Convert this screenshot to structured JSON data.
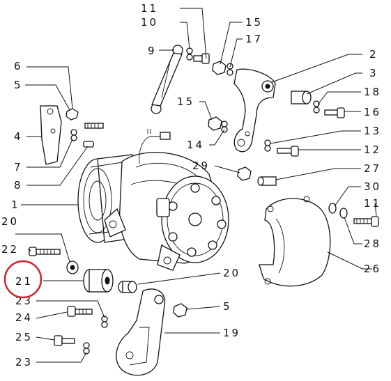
{
  "callouts": [
    {
      "id": "c11a",
      "text": "11"
    },
    {
      "id": "c10",
      "text": "10"
    },
    {
      "id": "c15a",
      "text": "15"
    },
    {
      "id": "c17",
      "text": "17"
    },
    {
      "id": "c9",
      "text": "9"
    },
    {
      "id": "c2",
      "text": "2"
    },
    {
      "id": "c6",
      "text": "6"
    },
    {
      "id": "c3",
      "text": "3"
    },
    {
      "id": "c5a",
      "text": "5"
    },
    {
      "id": "c18",
      "text": "18"
    },
    {
      "id": "c15b",
      "text": "15"
    },
    {
      "id": "c16",
      "text": "16"
    },
    {
      "id": "c4",
      "text": "4"
    },
    {
      "id": "c13",
      "text": "13"
    },
    {
      "id": "c14",
      "text": "14"
    },
    {
      "id": "c12",
      "text": "12"
    },
    {
      "id": "c7",
      "text": "7"
    },
    {
      "id": "c29",
      "text": "29"
    },
    {
      "id": "c27",
      "text": "27"
    },
    {
      "id": "c8",
      "text": "8"
    },
    {
      "id": "c30",
      "text": "30"
    },
    {
      "id": "c1",
      "text": "1"
    },
    {
      "id": "c11b",
      "text": "11"
    },
    {
      "id": "c20a",
      "text": "20"
    },
    {
      "id": "c28",
      "text": "28"
    },
    {
      "id": "c22",
      "text": "22"
    },
    {
      "id": "c26",
      "text": "26"
    },
    {
      "id": "c21",
      "text": "21"
    },
    {
      "id": "c20b",
      "text": "20"
    },
    {
      "id": "c23a",
      "text": "23"
    },
    {
      "id": "c5b",
      "text": "5"
    },
    {
      "id": "c24",
      "text": "24"
    },
    {
      "id": "c19",
      "text": "19"
    },
    {
      "id": "c25",
      "text": "25"
    },
    {
      "id": "c23b",
      "text": "23"
    }
  ],
  "highlight": {
    "target": "21",
    "color": "#d0242a"
  }
}
